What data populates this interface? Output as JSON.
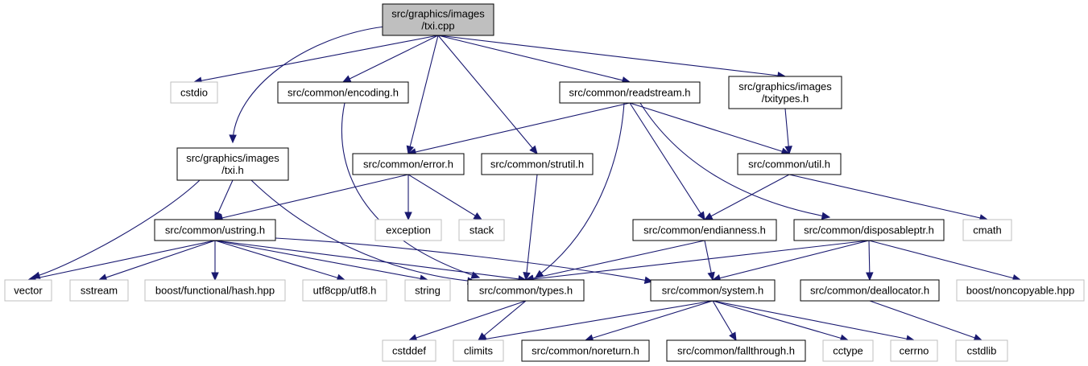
{
  "nodes": [
    {
      "id": "root",
      "lines": [
        "src/graphics/images",
        "/txi.cpp"
      ],
      "kind": "root"
    },
    {
      "id": "cstdio",
      "lines": [
        "cstdio"
      ],
      "kind": "external"
    },
    {
      "id": "encoding",
      "lines": [
        "src/common/encoding.h"
      ],
      "kind": "internal"
    },
    {
      "id": "readstream",
      "lines": [
        "src/common/readstream.h"
      ],
      "kind": "internal"
    },
    {
      "id": "txitypes",
      "lines": [
        "src/graphics/images",
        "/txitypes.h"
      ],
      "kind": "internal"
    },
    {
      "id": "txih",
      "lines": [
        "src/graphics/images",
        "/txi.h"
      ],
      "kind": "internal"
    },
    {
      "id": "error",
      "lines": [
        "src/common/error.h"
      ],
      "kind": "internal"
    },
    {
      "id": "strutil",
      "lines": [
        "src/common/strutil.h"
      ],
      "kind": "internal"
    },
    {
      "id": "util",
      "lines": [
        "src/common/util.h"
      ],
      "kind": "internal"
    },
    {
      "id": "ustring",
      "lines": [
        "src/common/ustring.h"
      ],
      "kind": "internal"
    },
    {
      "id": "exception",
      "lines": [
        "exception"
      ],
      "kind": "external"
    },
    {
      "id": "stack",
      "lines": [
        "stack"
      ],
      "kind": "external"
    },
    {
      "id": "endianness",
      "lines": [
        "src/common/endianness.h"
      ],
      "kind": "internal"
    },
    {
      "id": "disposableptr",
      "lines": [
        "src/common/disposableptr.h"
      ],
      "kind": "internal"
    },
    {
      "id": "cmath",
      "lines": [
        "cmath"
      ],
      "kind": "external"
    },
    {
      "id": "vector",
      "lines": [
        "vector"
      ],
      "kind": "external"
    },
    {
      "id": "sstream",
      "lines": [
        "sstream"
      ],
      "kind": "external"
    },
    {
      "id": "hash",
      "lines": [
        "boost/functional/hash.hpp"
      ],
      "kind": "external"
    },
    {
      "id": "utf8",
      "lines": [
        "utf8cpp/utf8.h"
      ],
      "kind": "external"
    },
    {
      "id": "string",
      "lines": [
        "string"
      ],
      "kind": "external"
    },
    {
      "id": "types",
      "lines": [
        "src/common/types.h"
      ],
      "kind": "internal"
    },
    {
      "id": "system",
      "lines": [
        "src/common/system.h"
      ],
      "kind": "internal"
    },
    {
      "id": "deallocator",
      "lines": [
        "src/common/deallocator.h"
      ],
      "kind": "internal"
    },
    {
      "id": "noncopyable",
      "lines": [
        "boost/noncopyable.hpp"
      ],
      "kind": "external"
    },
    {
      "id": "cstddef",
      "lines": [
        "cstddef"
      ],
      "kind": "external"
    },
    {
      "id": "climits",
      "lines": [
        "climits"
      ],
      "kind": "external"
    },
    {
      "id": "noreturn",
      "lines": [
        "src/common/noreturn.h"
      ],
      "kind": "internal"
    },
    {
      "id": "fallthrough",
      "lines": [
        "src/common/fallthrough.h"
      ],
      "kind": "internal"
    },
    {
      "id": "cctype",
      "lines": [
        "cctype"
      ],
      "kind": "external"
    },
    {
      "id": "cerrno",
      "lines": [
        "cerrno"
      ],
      "kind": "external"
    },
    {
      "id": "cstdlib",
      "lines": [
        "cstdlib"
      ],
      "kind": "external"
    }
  ],
  "edges": [
    [
      "root",
      "cstdio"
    ],
    [
      "root",
      "encoding"
    ],
    [
      "root",
      "readstream"
    ],
    [
      "root",
      "txitypes"
    ],
    [
      "root",
      "txih"
    ],
    [
      "root",
      "error"
    ],
    [
      "root",
      "strutil"
    ],
    [
      "encoding",
      "types"
    ],
    [
      "readstream",
      "error"
    ],
    [
      "readstream",
      "util"
    ],
    [
      "readstream",
      "types"
    ],
    [
      "readstream",
      "endianness"
    ],
    [
      "readstream",
      "disposableptr"
    ],
    [
      "txitypes",
      "util"
    ],
    [
      "txih",
      "ustring"
    ],
    [
      "txih",
      "types"
    ],
    [
      "txih",
      "vector"
    ],
    [
      "error",
      "ustring"
    ],
    [
      "error",
      "exception"
    ],
    [
      "error",
      "stack"
    ],
    [
      "strutil",
      "types"
    ],
    [
      "util",
      "endianness"
    ],
    [
      "util",
      "cmath"
    ],
    [
      "ustring",
      "vector"
    ],
    [
      "ustring",
      "sstream"
    ],
    [
      "ustring",
      "hash"
    ],
    [
      "ustring",
      "utf8"
    ],
    [
      "ustring",
      "string"
    ],
    [
      "ustring",
      "types"
    ],
    [
      "ustring",
      "system"
    ],
    [
      "endianness",
      "types"
    ],
    [
      "endianness",
      "system"
    ],
    [
      "disposableptr",
      "types"
    ],
    [
      "disposableptr",
      "system"
    ],
    [
      "disposableptr",
      "deallocator"
    ],
    [
      "disposableptr",
      "noncopyable"
    ],
    [
      "types",
      "cstddef"
    ],
    [
      "types",
      "climits"
    ],
    [
      "system",
      "climits"
    ],
    [
      "system",
      "noreturn"
    ],
    [
      "system",
      "fallthrough"
    ],
    [
      "system",
      "cctype"
    ],
    [
      "system",
      "cerrno"
    ],
    [
      "deallocator",
      "cstdlib"
    ]
  ],
  "colors": {
    "edge": "#191970",
    "internal_border": "#000000",
    "external_border": "#bfbfbf",
    "root_fill": "#bfbfbf"
  }
}
